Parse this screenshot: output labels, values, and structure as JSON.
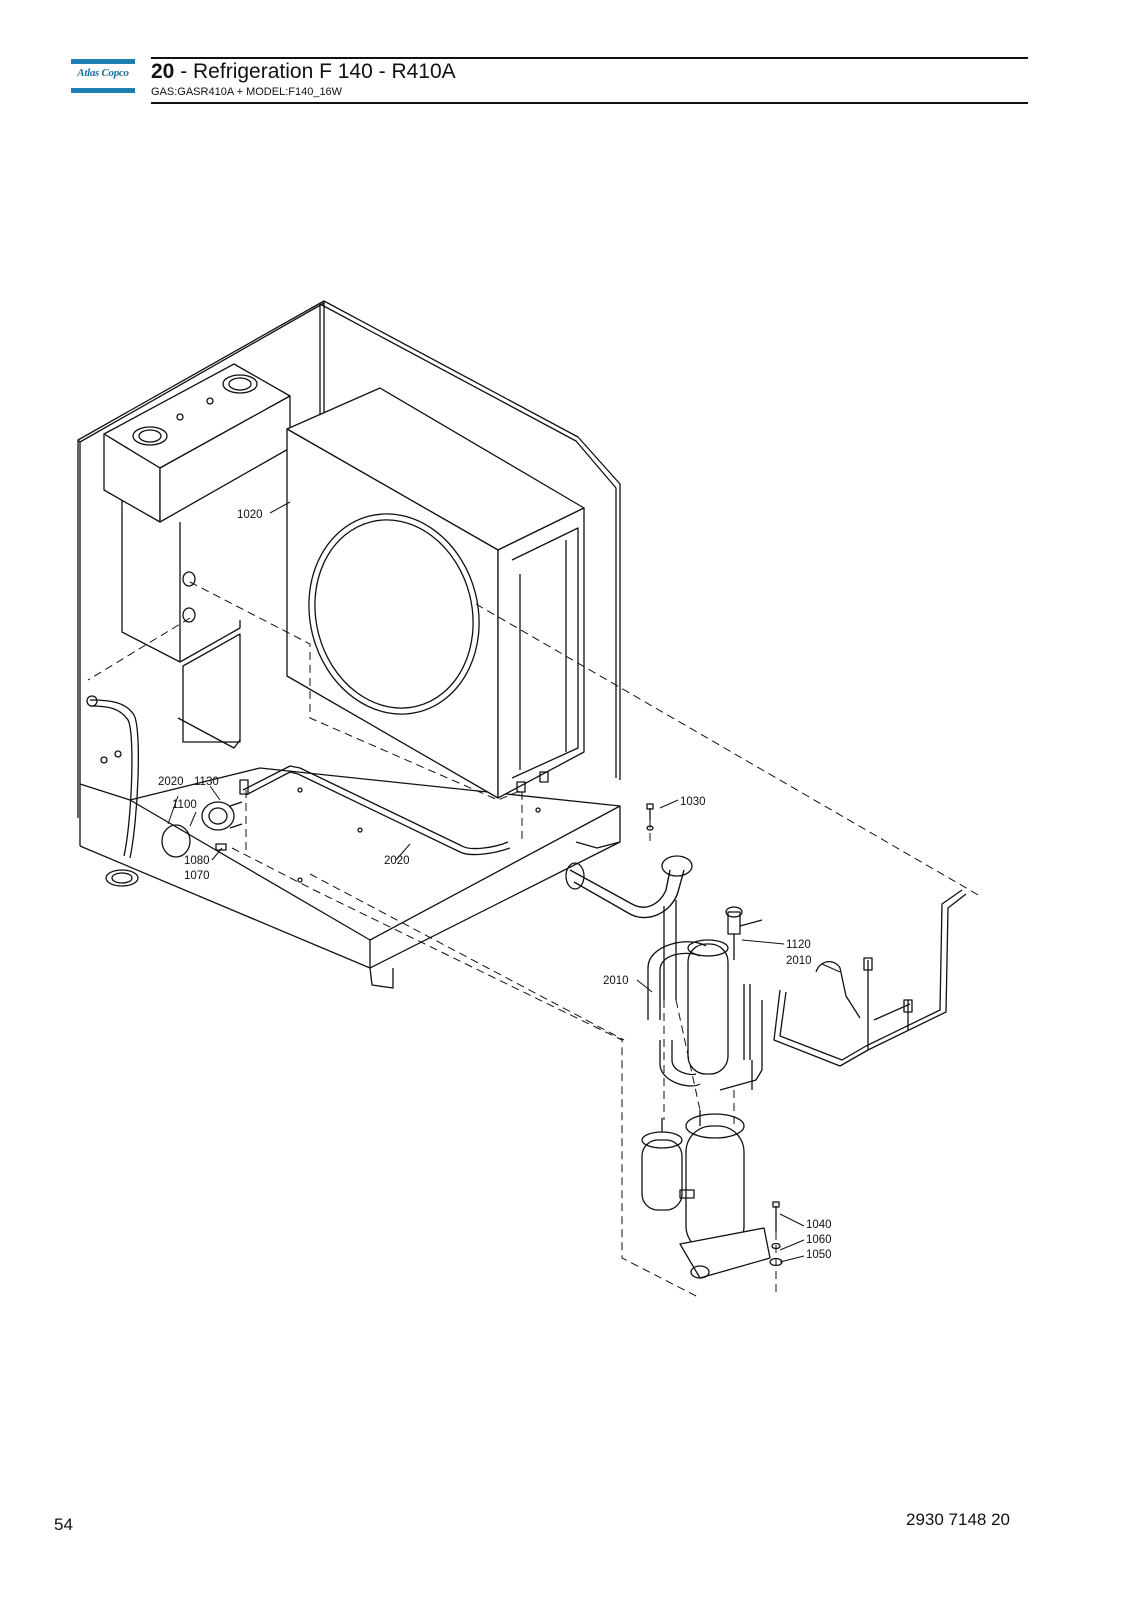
{
  "header": {
    "logo_text": "Atlas Copco",
    "section_number": "20",
    "section_title": " - Refrigeration F 140 - R410A",
    "subtitle": "GAS:GASR410A + MODEL:F140_16W"
  },
  "callouts": {
    "c1020": "1020",
    "c1030": "1030",
    "c1040": "1040",
    "c1050": "1050",
    "c1060": "1060",
    "c1070": "1070",
    "c1080": "1080",
    "c1100": "1100",
    "c1120": "1120",
    "c1130": "1130",
    "c2010a": "2010",
    "c2010b": "2010",
    "c2020a": "2020",
    "c2020b": "2020"
  },
  "footer": {
    "page_number": "54",
    "document_number": "2930 7148 20"
  }
}
